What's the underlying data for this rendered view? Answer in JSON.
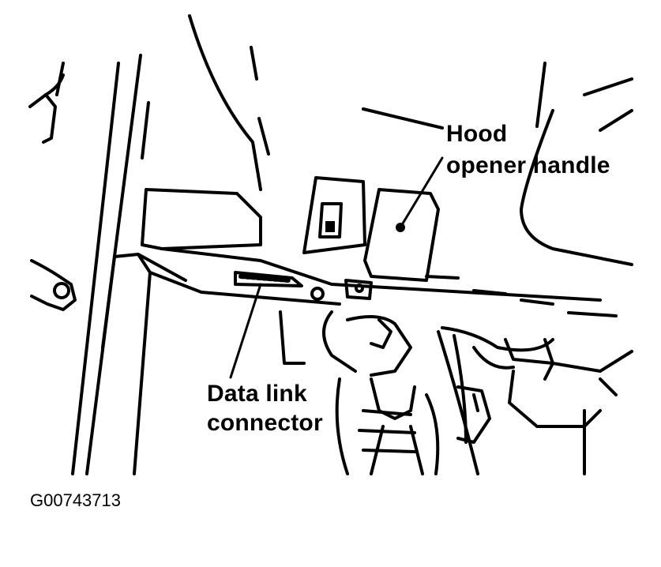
{
  "labels": {
    "hood_line1": "Hood",
    "hood_line2": "opener handle",
    "dlc_line1": "Data link",
    "dlc_line2": "connector"
  },
  "figure_id": "G00743713",
  "colors": {
    "ink": "#000000",
    "background": "#ffffff"
  }
}
